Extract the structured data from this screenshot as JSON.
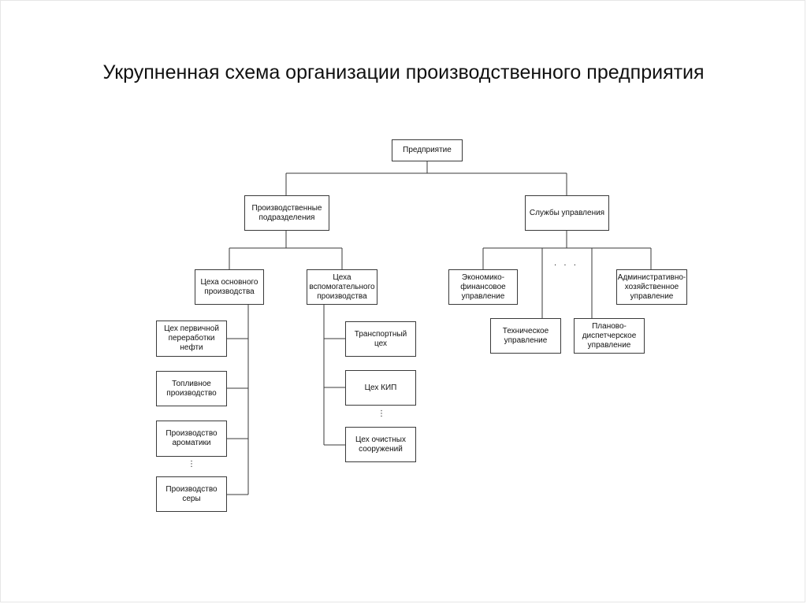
{
  "title": "Укрупненная схема организации производственного предприятия",
  "nodes": {
    "enterprise": "Предприятие",
    "production_divisions": "Производственные\nподразделения",
    "management_services": "Службы управления",
    "main_workshops": "Цеха основного\nпроизводства",
    "aux_workshops": "Цеха\nвспомогательного\nпроизводства",
    "econ_fin": "Экономико-\nфинансовое\nуправление",
    "admin": "Административно-\nхозяйственное\nуправление",
    "technical": "Техническое\nуправление",
    "planning": "Планово-\nдиспетчерское\nуправление",
    "oil_primary": "Цех первичной\nпереработки\nнефти",
    "fuel": "Топливное\nпроизводство",
    "aromatics": "Производство\nароматики",
    "sulfur": "Производство\nсеры",
    "transport": "Транспортный цех",
    "kip": "Цех КИП",
    "treatment": "Цех очистных\nсооружений"
  },
  "ellipsis": {
    "horizontal": "· · ·",
    "vertical": "⋮"
  }
}
